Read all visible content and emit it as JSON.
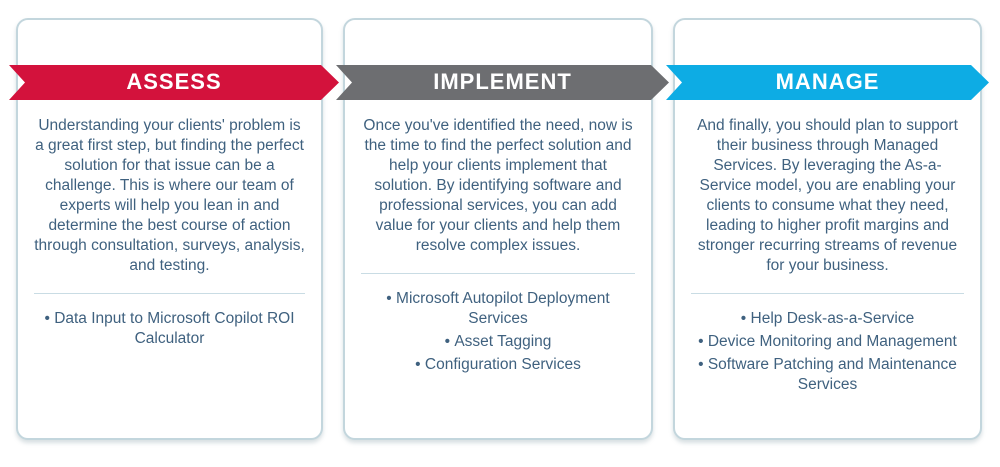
{
  "colors": {
    "assess_red": "#d3123c",
    "implement_gray": "#6d6e71",
    "manage_blue": "#0dace4",
    "card_border": "#c3d6dd",
    "body_text": "#3f617f",
    "divider": "#c9dce4",
    "title_text": "#ffffff",
    "background": "#ffffff"
  },
  "cards": [
    {
      "id": "assess",
      "title": "ASSESS",
      "arrow_color": "#d3123c",
      "body": "Understanding your clients' problem is a great first step, but finding the perfect solution for that issue can be a challenge. This is where our team of experts will help you lean in and determine the best course of action through consultation, surveys, analysis, and testing.",
      "bullets": [
        "Data Input to Microsoft Copilot ROI Calculator"
      ]
    },
    {
      "id": "implement",
      "title": "IMPLEMENT",
      "arrow_color": "#6d6e71",
      "body": "Once you've identified the need, now is the time to find the perfect solution and help your clients implement that solution. By identifying software and professional services, you can add value for your clients and help them resolve complex issues.",
      "bullets": [
        "Microsoft Autopilot Deployment Services",
        "Asset Tagging",
        "Configuration Services"
      ]
    },
    {
      "id": "manage",
      "title": "MANAGE",
      "arrow_color": "#0dace4",
      "body": "And finally, you should plan to support their business through Managed Services. By leveraging the As-a-Service model, you are enabling your clients to consume what they need, leading to higher profit margins and stronger recurring streams of revenue for your business.",
      "bullets": [
        "Help Desk-as-a-Service",
        "Device Monitoring and Management",
        "Software Patching and Maintenance Services"
      ]
    }
  ]
}
